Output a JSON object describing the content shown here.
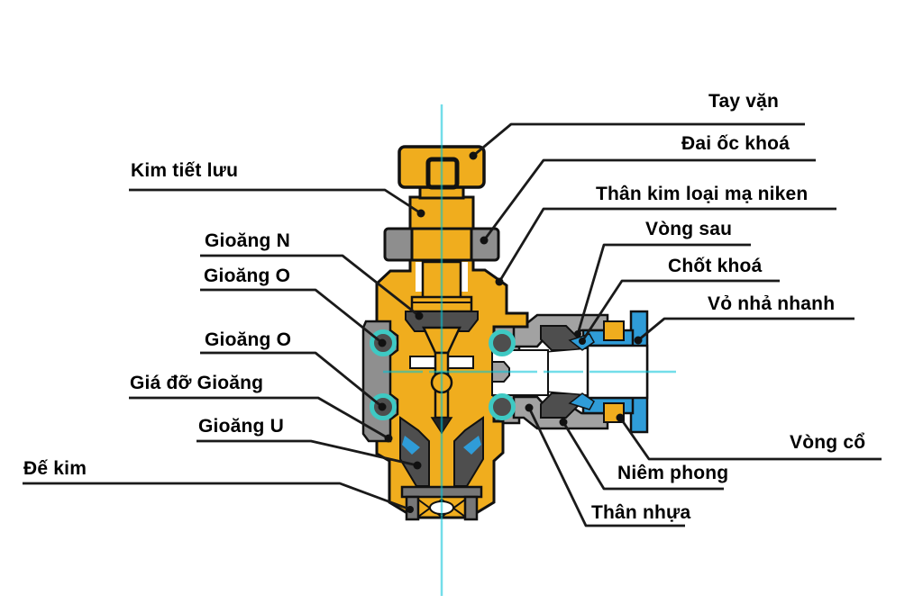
{
  "diagram": {
    "subject": "flow-control-valve-cross-section",
    "background": "#ffffff"
  },
  "colors": {
    "brass": "#F0AD1E",
    "metal_gray": "#A2A2A2",
    "nut_gray": "#8E8E8E",
    "bracket_gray": "#8F8F8F",
    "dark_gray": "#4E4E4E",
    "frame_gray": "#777777",
    "blue": "#2F9CD8",
    "teal_ring": "#3EC9C3",
    "outline": "#111111",
    "leader": "#1a1a1a",
    "centerline": "#00C3D7",
    "white": "#ffffff",
    "label_text": "#000000"
  },
  "labels": [
    {
      "id": "tay-van",
      "text": "Tay vặn"
    },
    {
      "id": "dai-oc-khoa",
      "text": "Đai ốc khoá"
    },
    {
      "id": "kim-tiet-luu",
      "text": "Kim tiết lưu"
    },
    {
      "id": "than-kim-loai",
      "text": "Thân kim loại mạ niken"
    },
    {
      "id": "vong-sau",
      "text": "Vòng sau"
    },
    {
      "id": "gioang-n",
      "text": "Gioăng N"
    },
    {
      "id": "chot-khoa",
      "text": "Chốt khoá"
    },
    {
      "id": "gioang-o-top",
      "text": "Gioăng O"
    },
    {
      "id": "vo-nha-nhanh",
      "text": "Vỏ nhả nhanh"
    },
    {
      "id": "gioang-o-bottom",
      "text": "Gioăng O"
    },
    {
      "id": "gia-do-gioang",
      "text": "Giá đỡ Gioăng"
    },
    {
      "id": "gioang-u",
      "text": "Gioăng U"
    },
    {
      "id": "de-kim",
      "text": "Đế kim"
    },
    {
      "id": "vong-co",
      "text": "Vòng cổ"
    },
    {
      "id": "niem-phong",
      "text": "Niêm phong"
    },
    {
      "id": "than-nhua",
      "text": "Thân nhựa"
    }
  ]
}
